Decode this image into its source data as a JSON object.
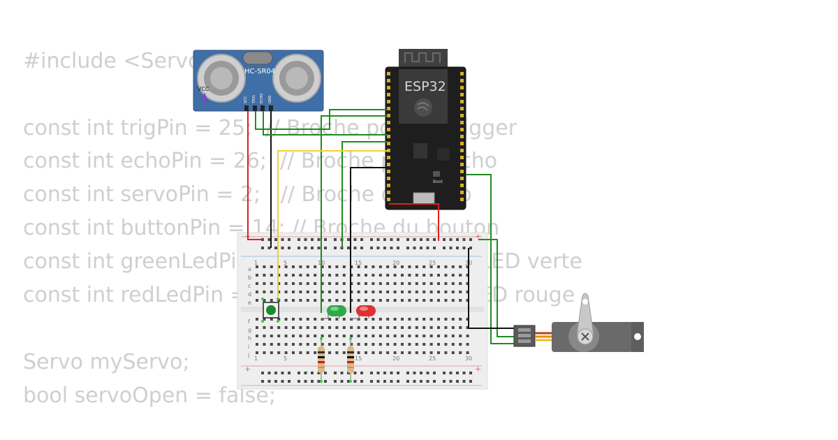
{
  "code_lines": [
    "#include <Servo",
    "",
    "const int trigPin = 25;  // Broche pour le trigger",
    "const int echoPin = 26;  // Broche pour l'écho",
    "const int servoPin = 2;   // Broche du servo",
    "const int buttonPin = 14; // Broche du bouton",
    "const int greenLedPin = 12; // Broche de la LED verte",
    "const int redLedPin = 13;   // Broche de la LED rouge",
    "",
    "Servo myServo;",
    "bool servoOpen = false;"
  ],
  "sensor": {
    "label": "HC-SR04",
    "pins": [
      "VCC",
      "TRIG",
      "ECHO",
      "GND"
    ],
    "cursor_label": "VCC"
  },
  "esp32": {
    "label": "ESP32",
    "boot_label": "Boot"
  },
  "breadboard": {
    "column_numbers": [
      "1",
      "5",
      "10",
      "15",
      "20",
      "25",
      "30"
    ],
    "rows_top": [
      "a",
      "b",
      "c",
      "d",
      "e"
    ],
    "rows_bottom": [
      "f",
      "g",
      "h",
      "i",
      "j"
    ],
    "plus": "+"
  },
  "colors": {
    "sensor_blue": "#3f6fa6",
    "esp_board": "#1e1e1e",
    "wire_red": "#e02020",
    "wire_black": "#111111",
    "wire_yellow": "#f2d02c",
    "wire_green": "#1f8a1f",
    "breadboard": "#f0f0f0"
  }
}
